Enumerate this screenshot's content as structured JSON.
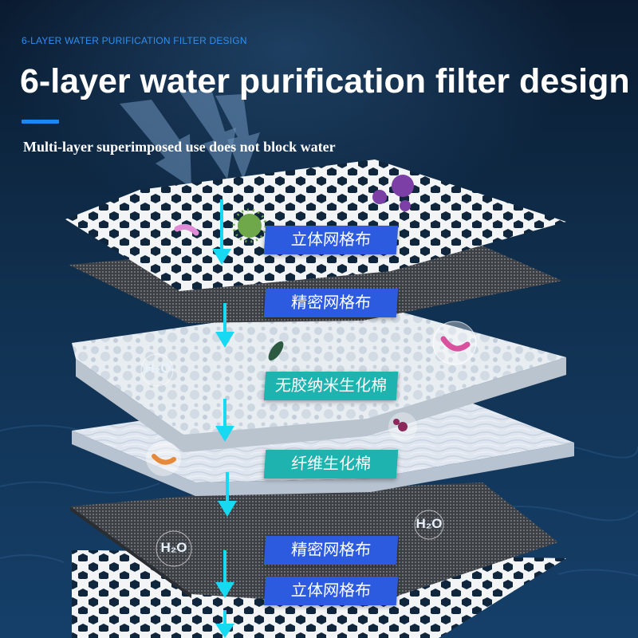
{
  "header": {
    "eyebrow": "6-LAYER WATER PURIFICATION FILTER DESIGN",
    "title": "6-layer water purification filter design",
    "subtitle": "Multi-layer superimposed use does not block water"
  },
  "layers": [
    {
      "label": "立体网格布",
      "tag_color": "#2c5be0"
    },
    {
      "label": "精密网格布",
      "tag_color": "#2c5be0"
    },
    {
      "label": "无胶纳米生化棉",
      "tag_color": "#1fb3b0"
    },
    {
      "label": "纤维生化棉",
      "tag_color": "#1fb3b0"
    },
    {
      "label": "精密网格布",
      "tag_color": "#2c5be0"
    },
    {
      "label": "立体网格布",
      "tag_color": "#2c5be0"
    }
  ],
  "molecule_label": "H₂O",
  "colors": {
    "background_top": "#0a1d33",
    "background_bottom": "#123c66",
    "flow_arrow": "#18d9f2",
    "accent_bar": "#1f86f0",
    "eyebrow_text": "#2f8ff0"
  },
  "icons": {
    "flow_arrows": "down-arrow-icon",
    "contaminants": [
      "virus-icon",
      "worm-icon",
      "bacteria-icon"
    ]
  }
}
